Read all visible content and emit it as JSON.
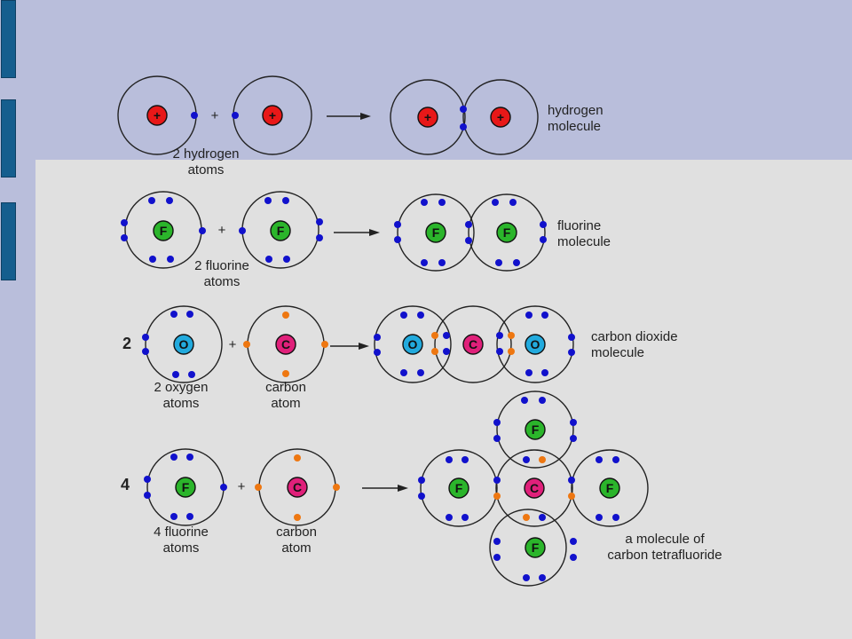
{
  "colors": {
    "shell": "#222222",
    "electron": "#1111cc",
    "shared_electron": "#ee7711",
    "hydrogen_nucleus": "#e81818",
    "fluorine_nucleus": "#2bb52b",
    "oxygen_nucleus": "#22aadd",
    "carbon_nucleus": "#e0207a"
  },
  "symbols": {
    "plus": "+",
    "arrow": "arrow-right-icon"
  },
  "hydrogen": {
    "nucleus": "+",
    "reactant_label": [
      "2 hydrogen",
      "atoms"
    ],
    "product_label": [
      "hydrogen",
      "molecule"
    ]
  },
  "fluorine": {
    "nucleus": "F",
    "reactant_label": [
      "2 fluorine",
      "atoms"
    ],
    "product_label": [
      "fluorine",
      "molecule"
    ]
  },
  "carbon_dioxide": {
    "coefficient": "2",
    "oxygen_symbol": "O",
    "carbon_symbol": "C",
    "oxygen_label": [
      "2 oxygen",
      "atoms"
    ],
    "carbon_label": [
      "carbon",
      "atom"
    ],
    "product_label": [
      "carbon dioxide",
      "molecule"
    ]
  },
  "carbon_tetrafluoride": {
    "coefficient": "4",
    "fluorine_symbol": "F",
    "carbon_symbol": "C",
    "fluorine_label": [
      "4 fluorine",
      "atoms"
    ],
    "carbon_label": [
      "carbon",
      "atom"
    ],
    "product_label": [
      "a molecule of",
      "carbon tetrafluoride"
    ]
  }
}
